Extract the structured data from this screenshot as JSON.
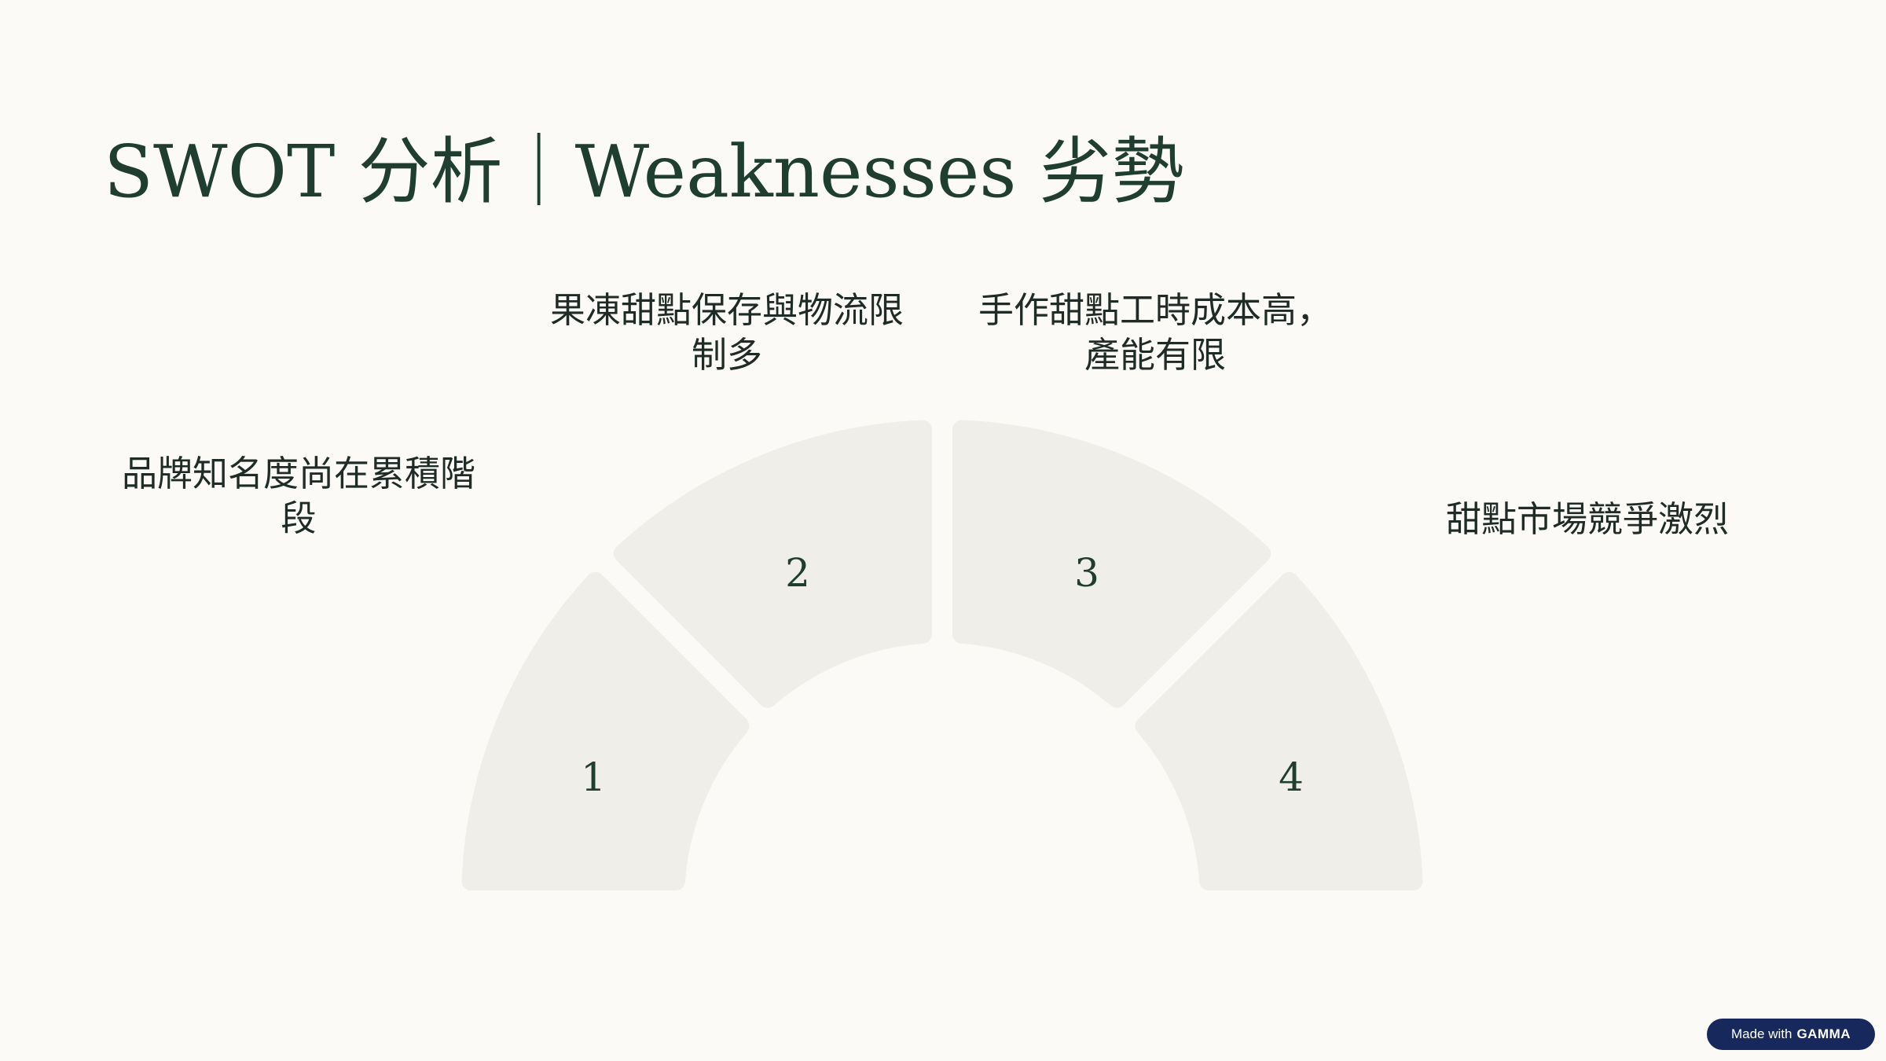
{
  "slide": {
    "title": "SWOT 分析｜Weaknesses 劣勢"
  },
  "segments": [
    {
      "number": "1",
      "label": "品牌知名度尚在累積階\n段"
    },
    {
      "number": "2",
      "label": "果凍甜點保存與物流限\n制多"
    },
    {
      "number": "3",
      "label": "手作甜點工時成本高，\n產能有限"
    },
    {
      "number": "4",
      "label": "甜點市場競爭激烈"
    }
  ],
  "badge": {
    "prefix": "Made with",
    "brand": "GAMMA"
  },
  "colors": {
    "background": "#fbfaf7",
    "segment_fill": "#f0eee8",
    "title": "#1f3d31",
    "badge_bg": "#16285c"
  }
}
